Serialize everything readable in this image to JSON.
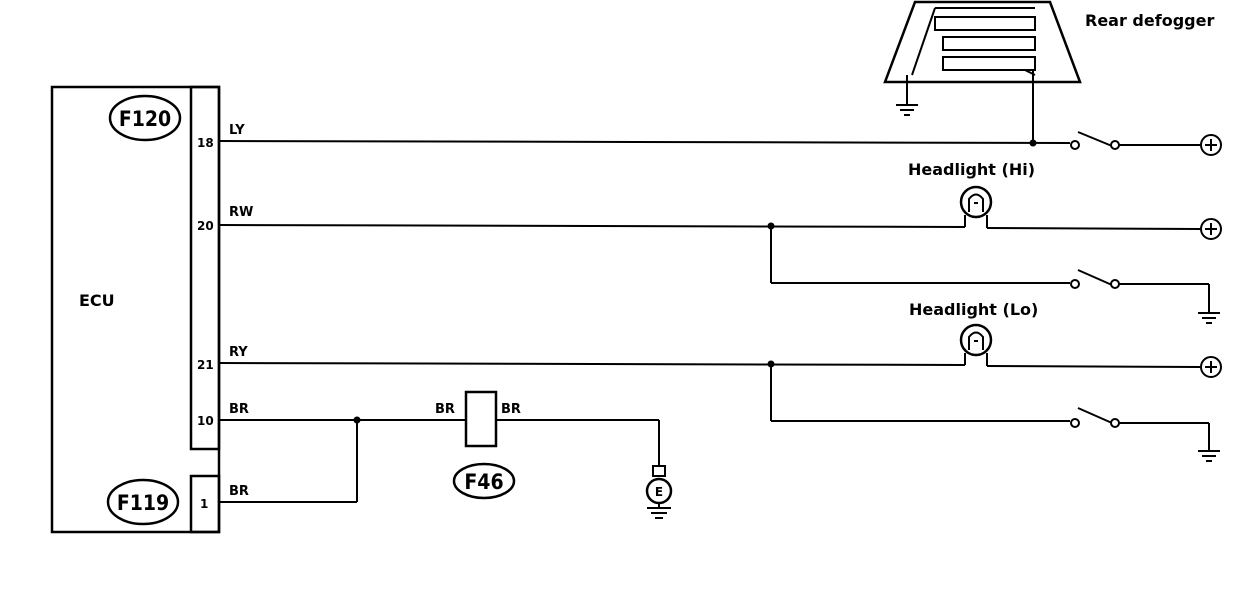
{
  "ecu": {
    "label": "ECU",
    "connector_upper": "F120",
    "connector_lower": "F119",
    "pins": [
      "18",
      "20",
      "21",
      "10",
      "1"
    ]
  },
  "wires": {
    "w18": "LY",
    "w20": "RW",
    "w21": "RY",
    "w10": "BR",
    "w1": "BR",
    "f46_in": "BR",
    "f46_out": "BR"
  },
  "components": {
    "rear_defogger": "Rear defogger",
    "headlight_hi": "Headlight (Hi)",
    "headlight_lo": "Headlight (Lo)",
    "connector_f46": "F46",
    "ground_terminal": "E"
  },
  "symbols": {
    "battery_plus": "plus-terminal-icon",
    "ground": "ground-icon",
    "switch": "switch-icon",
    "bulb": "bulb-icon"
  },
  "colors": {
    "line": "#000000",
    "background": "#ffffff"
  }
}
